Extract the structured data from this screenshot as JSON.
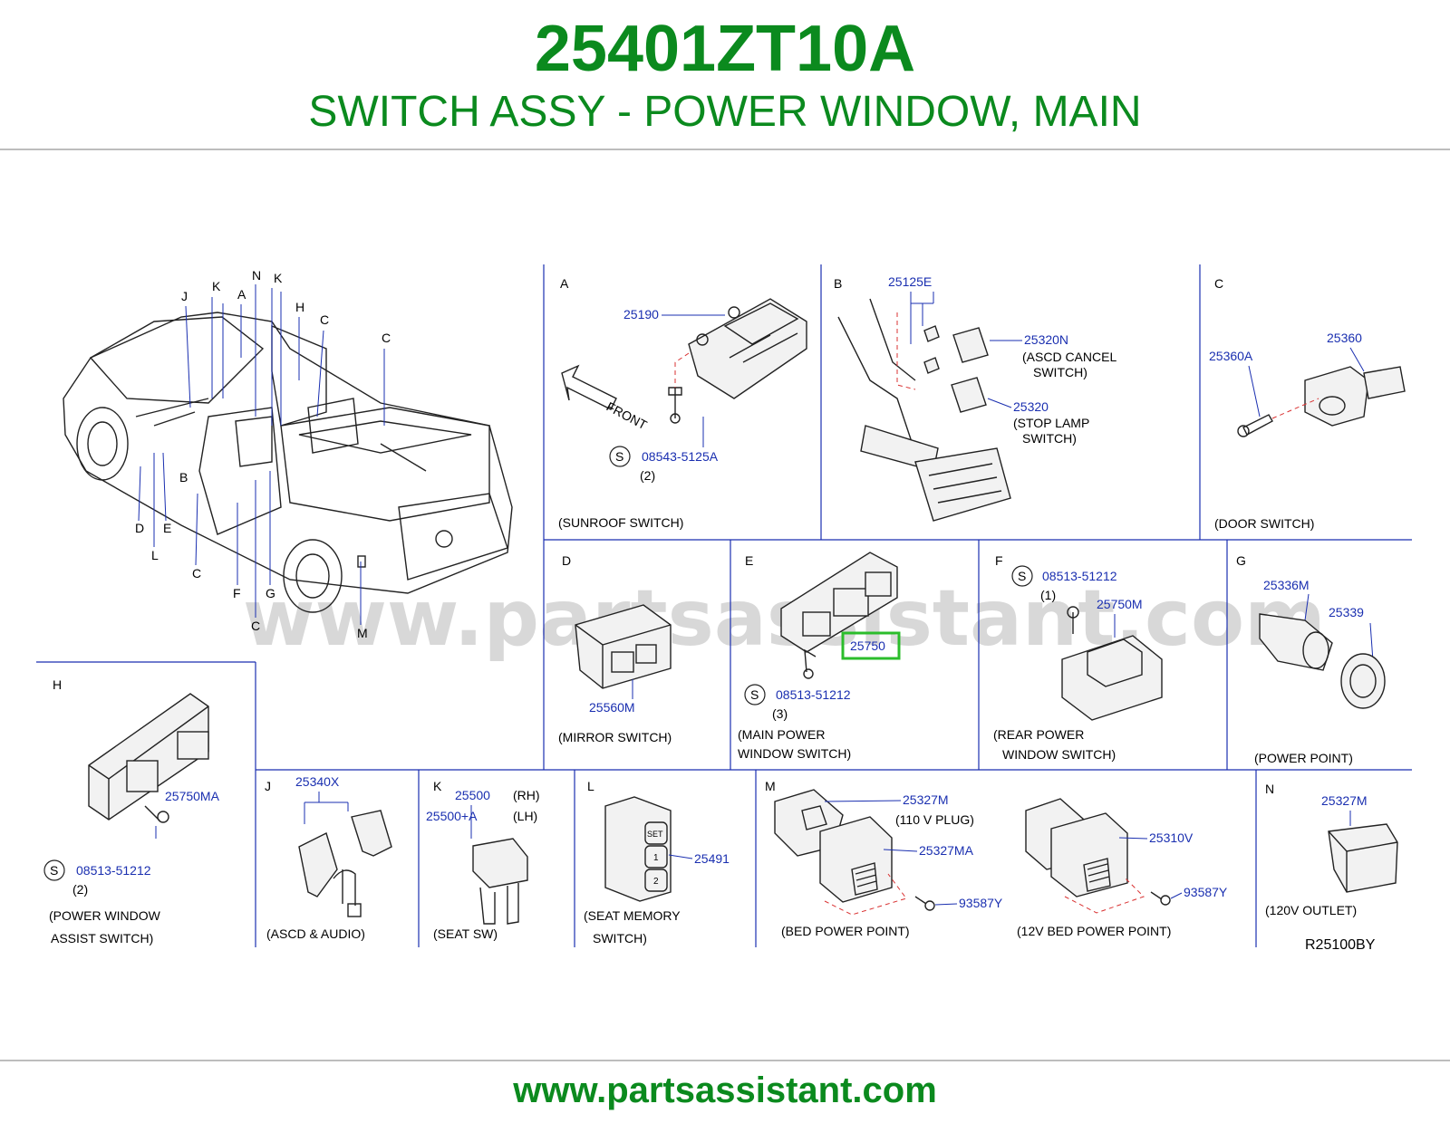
{
  "header": {
    "part_number": "25401ZT10A",
    "description": "SWITCH ASSY - POWER WINDOW, MAIN",
    "title_color": "#0b8a1e"
  },
  "footer": {
    "url": "www.partsassistant.com"
  },
  "watermark": "www.partsassistant.com",
  "diagram_code": "R25100BY",
  "highlight": {
    "part": "25750",
    "color": "#2bbd2b"
  },
  "truck_labels": [
    "J",
    "K",
    "A",
    "N",
    "K",
    "H",
    "C",
    "C",
    "B",
    "D",
    "E",
    "L",
    "C",
    "F",
    "G",
    "C",
    "M"
  ],
  "sections": {
    "A": {
      "letter": "A",
      "parts": [
        "25190",
        "08543-5125A"
      ],
      "qty": "(2)",
      "front": "FRONT",
      "caption": "(SUNROOF   SWITCH)"
    },
    "B": {
      "letter": "B",
      "parts": [
        "25125E",
        "25320N",
        "25320"
      ],
      "notes": [
        "(ASCD   CANCEL",
        "SWITCH)",
        "(STOP   LAMP",
        "SWITCH)"
      ]
    },
    "C": {
      "letter": "C",
      "parts": [
        "25360A",
        "25360"
      ],
      "caption": "(DOOR   SWITCH)"
    },
    "D": {
      "letter": "D",
      "parts": [
        "25560M"
      ],
      "caption": "(MIRROR   SWITCH)"
    },
    "E": {
      "letter": "E",
      "parts": [
        "25750",
        "08513-51212"
      ],
      "qty": "(3)",
      "caption1": "(MAIN   POWER",
      "caption2": "WINDOW   SWITCH)"
    },
    "F": {
      "letter": "F",
      "parts": [
        "08513-51212",
        "25750M"
      ],
      "qty": "(1)",
      "caption1": "(REAR   POWER",
      "caption2": "WINDOW   SWITCH)"
    },
    "G": {
      "letter": "G",
      "parts": [
        "25336M",
        "25339"
      ],
      "caption": "(POWER   POINT)"
    },
    "H": {
      "letter": "H",
      "parts": [
        "25750MA",
        "08513-51212"
      ],
      "qty": "(2)",
      "caption1": "(POWER   WINDOW",
      "caption2": "ASSIST   SWITCH)"
    },
    "J": {
      "letter": "J",
      "parts": [
        "25340X"
      ],
      "caption": "(ASCD   &   AUDIO)"
    },
    "K": {
      "letter": "K",
      "parts": [
        "25500",
        "25500+A"
      ],
      "sides": [
        "(RH)",
        "(LH)"
      ],
      "caption": "(SEAT   SW)"
    },
    "L": {
      "letter": "L",
      "parts": [
        "25491"
      ],
      "caption1": "(SEAT   MEMORY",
      "caption2": "SWITCH)"
    },
    "M": {
      "letter": "M",
      "parts": [
        "25327M",
        "25327MA",
        "93587Y",
        "25310V",
        "93587Y"
      ],
      "note": "(110   V   PLUG)",
      "caption1": "(BED   POWER   POINT)",
      "caption2": "(12V   BED   POWER   POINT)"
    },
    "N": {
      "letter": "N",
      "parts": [
        "25327M"
      ],
      "caption": "(120V   OUTLET)"
    }
  },
  "screw_marker": "S",
  "switch_buttons": [
    "SET",
    "1",
    "2"
  ]
}
